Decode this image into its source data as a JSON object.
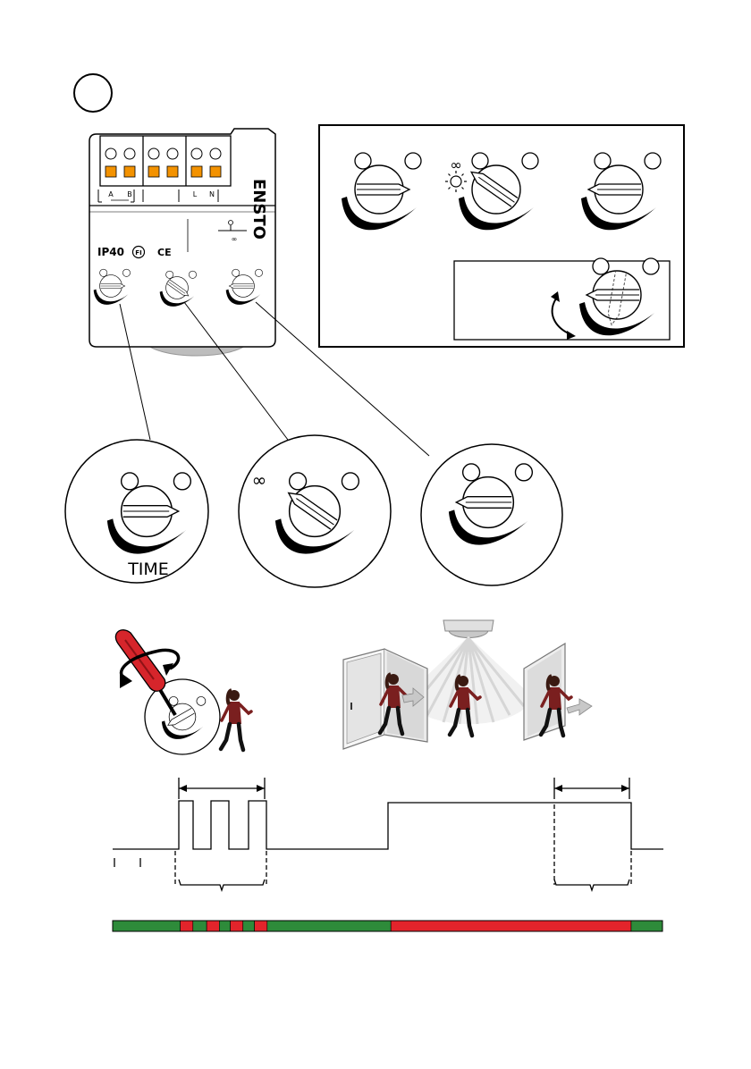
{
  "device": {
    "brand": "ENSTO",
    "protection": "IP40",
    "fi_mark": "FI",
    "ce_mark": "CE",
    "terminal_a": "A",
    "terminal_b": "B",
    "terminal_l": "L",
    "terminal_n": "N",
    "infinity_symbol": "∞"
  },
  "panel": {
    "infinity_symbol": "∞"
  },
  "circles": {
    "time_label": "TIME",
    "infinity_symbol": "∞"
  },
  "colors": {
    "terminal": "#F39200",
    "timeline_green": "#2E8B3A",
    "timeline_red": "#E3242B",
    "person": "#7A1F1F",
    "screwdriver": "#D6252B"
  },
  "timeline_bar": [
    {
      "state": "green",
      "from": 0.0,
      "to": 0.123
    },
    {
      "state": "red",
      "from": 0.123,
      "to": 0.146
    },
    {
      "state": "green",
      "from": 0.146,
      "to": 0.171
    },
    {
      "state": "red",
      "from": 0.171,
      "to": 0.194
    },
    {
      "state": "green",
      "from": 0.194,
      "to": 0.214
    },
    {
      "state": "red",
      "from": 0.214,
      "to": 0.237
    },
    {
      "state": "green",
      "from": 0.237,
      "to": 0.258
    },
    {
      "state": "red",
      "from": 0.258,
      "to": 0.281
    },
    {
      "state": "green",
      "from": 0.281,
      "to": 0.506
    },
    {
      "state": "red",
      "from": 0.506,
      "to": 0.943
    },
    {
      "state": "green",
      "from": 0.943,
      "to": 1.0
    }
  ]
}
